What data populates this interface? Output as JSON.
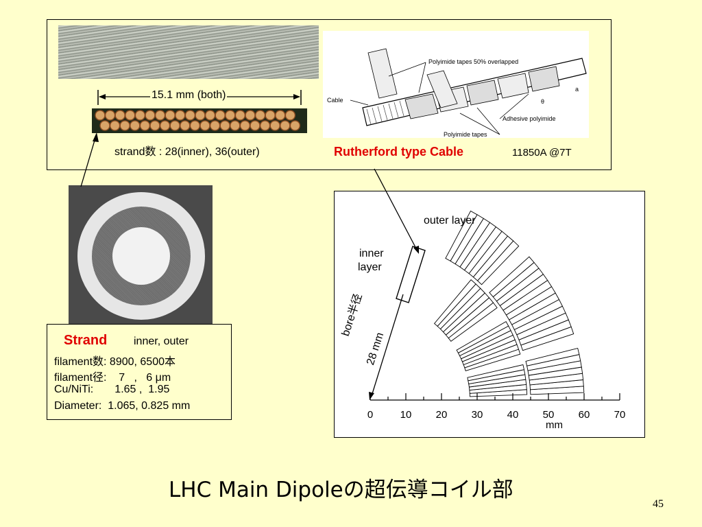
{
  "cable_panel": {
    "dimension_label": "15.1 mm (both)",
    "strand_count_text": "strand数 : 28(inner), 36(outer)",
    "cable_title": "Rutherford type Cable",
    "current_rating": "11850A @7T",
    "diagram_labels": {
      "polyimide_overlap": "Polyimide tapes 50% overlapped",
      "cable": "Cable",
      "adhesive": "Adhesive polyimide",
      "polyimide_tapes": "Polyimide tapes",
      "theta": "θ",
      "a": "a"
    }
  },
  "strand_panel": {
    "title": "Strand",
    "header_values": "inner, outer",
    "rows": [
      "filament数: 8900,  6500本",
      "filament径:    7   ,   6 μm",
      "Cu/NiTi:       1.65 ,  1.95",
      "Diameter:  1.065, 0.825 mm"
    ]
  },
  "coil_panel": {
    "outer_layer_label": "outer layer",
    "inner_layer_label_line1": "inner",
    "inner_layer_label_line2": "layer",
    "bore_label_line1": "bore半径",
    "bore_label_line2": "28 mm",
    "axis_ticks": [
      "0",
      "10",
      "20",
      "30",
      "40",
      "50",
      "60",
      "70"
    ],
    "axis_unit": "mm"
  },
  "slide_title": "LHC Main Dipoleの超伝導コイル部",
  "page_number": "45"
}
